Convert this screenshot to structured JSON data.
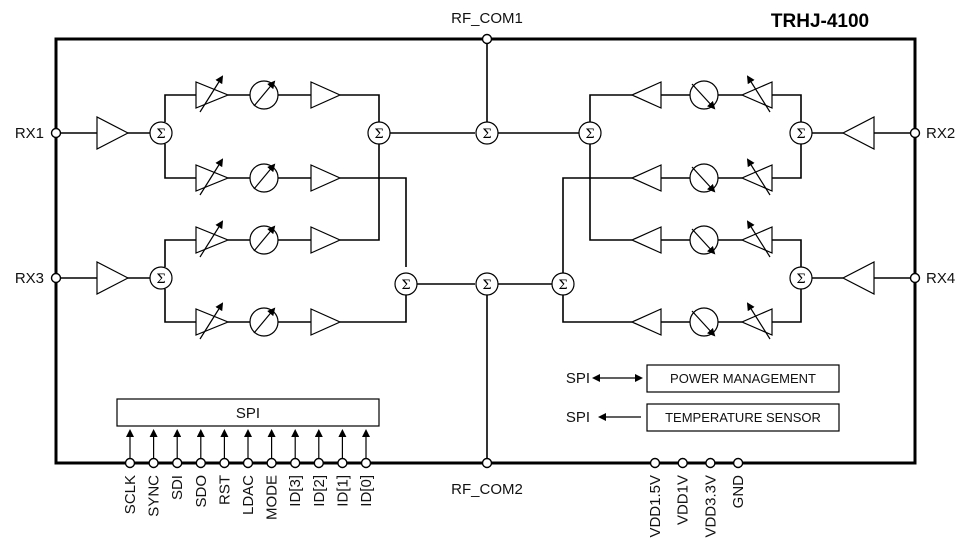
{
  "title": "TRHJ-4100",
  "rf_ports": {
    "top": "RF_COM1",
    "bottom": "RF_COM2"
  },
  "rx_ports": {
    "rx1": "RX1",
    "rx2": "RX2",
    "rx3": "RX3",
    "rx4": "RX4"
  },
  "spi_block": "SPI",
  "blocks": {
    "power": "POWER MANAGEMENT",
    "temp": "TEMPERATURE SENSOR",
    "power_spi": "SPI",
    "temp_spi": "SPI"
  },
  "sum_symbol": "Σ",
  "spi_pins": [
    "SCLK",
    "SYNC",
    "SDI",
    "SDO",
    "RST",
    "LDAC",
    "MODE",
    "ID[3]",
    "ID[2]",
    "ID[1]",
    "ID[0]"
  ],
  "power_pins": [
    "VDD1.5V",
    "VDD1V",
    "VDD3.3V",
    "GND"
  ]
}
